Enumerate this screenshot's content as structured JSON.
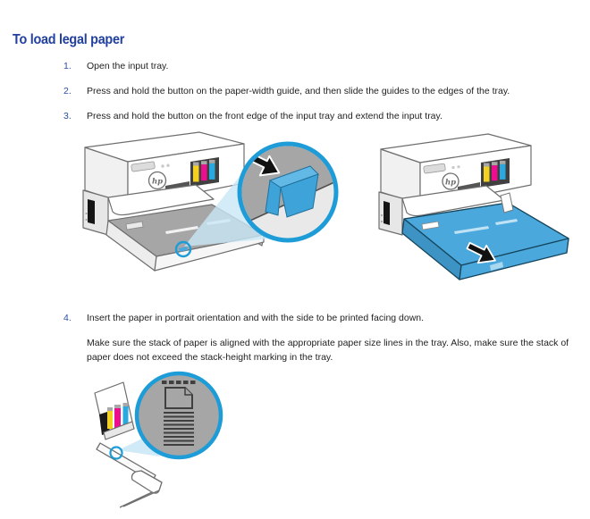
{
  "page": {
    "title": "To load legal paper",
    "heading_color": "#2140a0",
    "step_number_color": "#2b4fa3",
    "body_text_color": "#222222",
    "background": "#ffffff"
  },
  "steps": [
    {
      "num": "1.",
      "text": "Open the input tray."
    },
    {
      "num": "2.",
      "text": "Press and hold the button on the paper-width guide, and then slide the guides to the edges of the tray."
    },
    {
      "num": "3.",
      "text": "Press and hold the button on the front edge of the input tray and extend the input tray."
    },
    {
      "num": "4.",
      "text": "Insert the paper in portrait orientation and with the side to be printed facing down."
    }
  ],
  "note": "Make sure the stack of paper is aligned with the appropriate paper size lines in the tray. Also, make sure the stack of paper does not exceed the stack-height marking in the tray.",
  "figures": {
    "hp_logo_text": "hp",
    "callout_border_blue": "#1d9cd8",
    "tray_blue": "#4aa8dc",
    "beam_blue": "#c9e6f6",
    "ink_colors": [
      "#f2d122",
      "#ec0e8e",
      "#2aa9e1"
    ],
    "bed_gray": "#a6a6a6",
    "callout_light_gray": "#e9e9e9"
  }
}
